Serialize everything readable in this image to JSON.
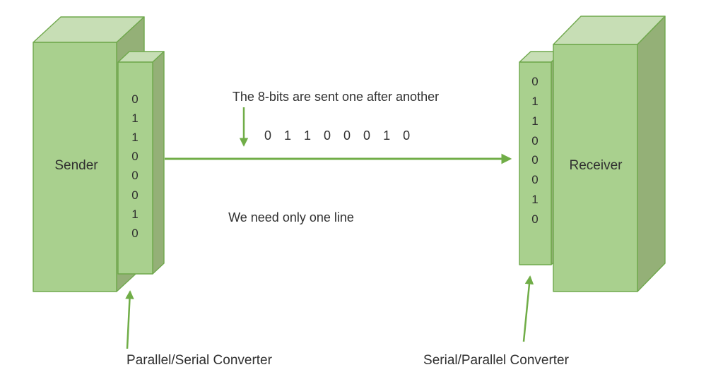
{
  "diagram": {
    "sender": {
      "label": "Sender",
      "bits": [
        "0",
        "1",
        "1",
        "0",
        "0",
        "0",
        "1",
        "0"
      ]
    },
    "receiver": {
      "label": "Receiver",
      "bits": [
        "0",
        "1",
        "1",
        "0",
        "0",
        "0",
        "1",
        "0"
      ]
    },
    "captions": {
      "transmission_note": "The 8-bits are sent one after another",
      "serial_bit_stream": "0 1 1 0 0 0 1 0",
      "line_note": "We need only one line",
      "left_converter": "Parallel/Serial Converter",
      "right_converter": "Serial/Parallel Converter"
    },
    "colors": {
      "box_front": "#A9D08E",
      "box_top": "#C7DEB5",
      "box_side": "#94B077",
      "box_border": "#6FA84C",
      "arrow": "#70AD47",
      "text": "#303030"
    }
  }
}
